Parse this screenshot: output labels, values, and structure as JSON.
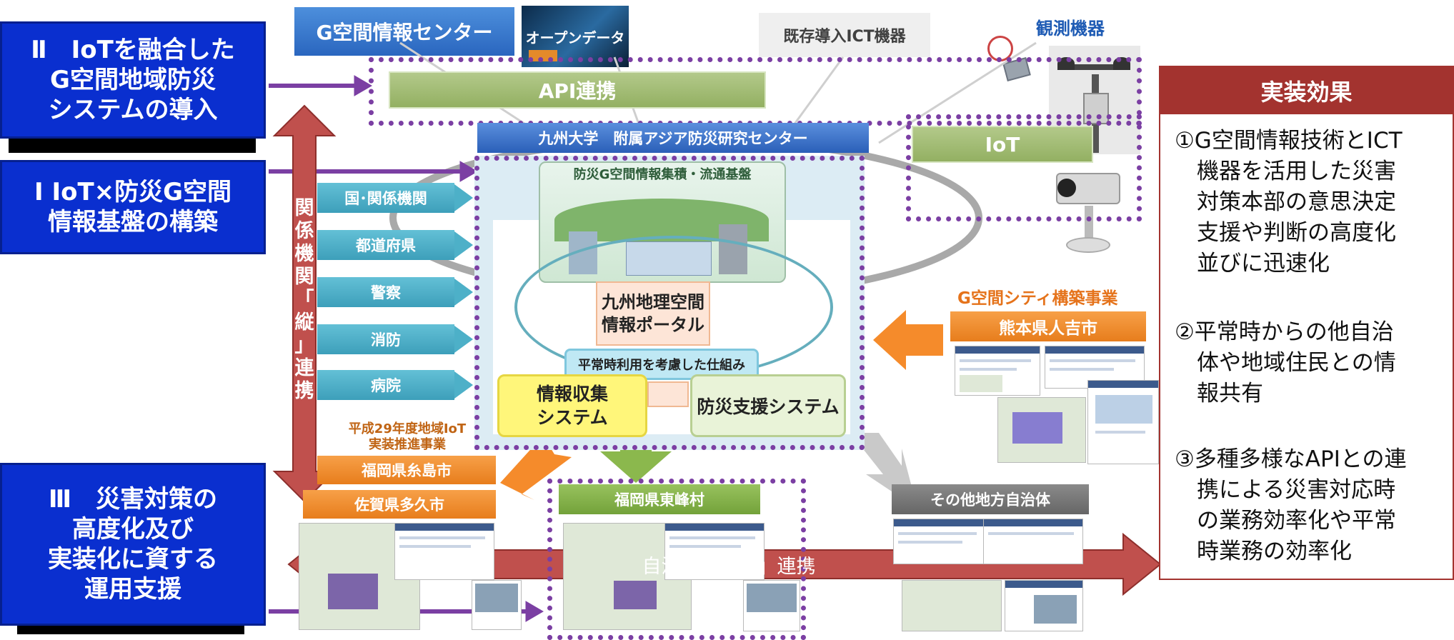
{
  "left_panels": [
    {
      "text": "Ⅱ　IoTを融合した\nG空間地域防災\nシステムの導入"
    },
    {
      "text": "Ⅰ IoT×防災G空間\n情報基盤の構築"
    },
    {
      "text": "Ⅲ　災害対策の\n高度化及び\n実装化に資する\n運用支援"
    }
  ],
  "top": {
    "g_center": "G空間情報センター",
    "open_data": "オープンデータ",
    "existing_ict": "既存導入ICT機器",
    "observation": "観測機器"
  },
  "api_label": "API連携",
  "iot_label": "IoT",
  "university": "九州大学　附属アジア防災研究センター",
  "platform_title": "防災G空間情報集積・流通基盤",
  "portal": "九州地理空間\n情報ポータル",
  "normal_use": "平常時利用を考慮した仕組み",
  "info_collection": "情報収集\nシステム",
  "disaster_support": "防災支援システム",
  "vertical_label": [
    "関",
    "係",
    "機",
    "関",
    "「",
    "縦",
    "」",
    "連",
    "携"
  ],
  "agencies": [
    "国･関係機関",
    "都道府県",
    "警察",
    "消防",
    "病院"
  ],
  "gcity": {
    "title": "G空間シティ構築事業",
    "city": "熊本県人吉市"
  },
  "h29": {
    "title": "平成29年度地域IoT\n実装推進事業",
    "city1": "福岡県糸島市",
    "city2": "佐賀県多久市"
  },
  "toho": "福岡県東峰村",
  "others": "その他地方自治体",
  "horizontal_label": "自治体間「横」連携",
  "effects": {
    "header": "実装効果",
    "items": [
      "①G空間情報技術とICT\n　機器を活用した災害\n　対策本部の意思決定\n　支援や判断の高度化\n　並びに迅速化",
      "②平常時からの他自治\n　体や地域住民との情\n　報共有",
      "③多種多様なAPIとの連\n　携による災害対応時\n　の業務効率化や平常\n　時業務の効率化"
    ]
  },
  "colors": {
    "left_blue": "#0a2fcf",
    "purple": "#7b3fa3",
    "red_arrow": "#c0504d",
    "effect_header": "#a3332f",
    "orange": "#f58b2b"
  }
}
